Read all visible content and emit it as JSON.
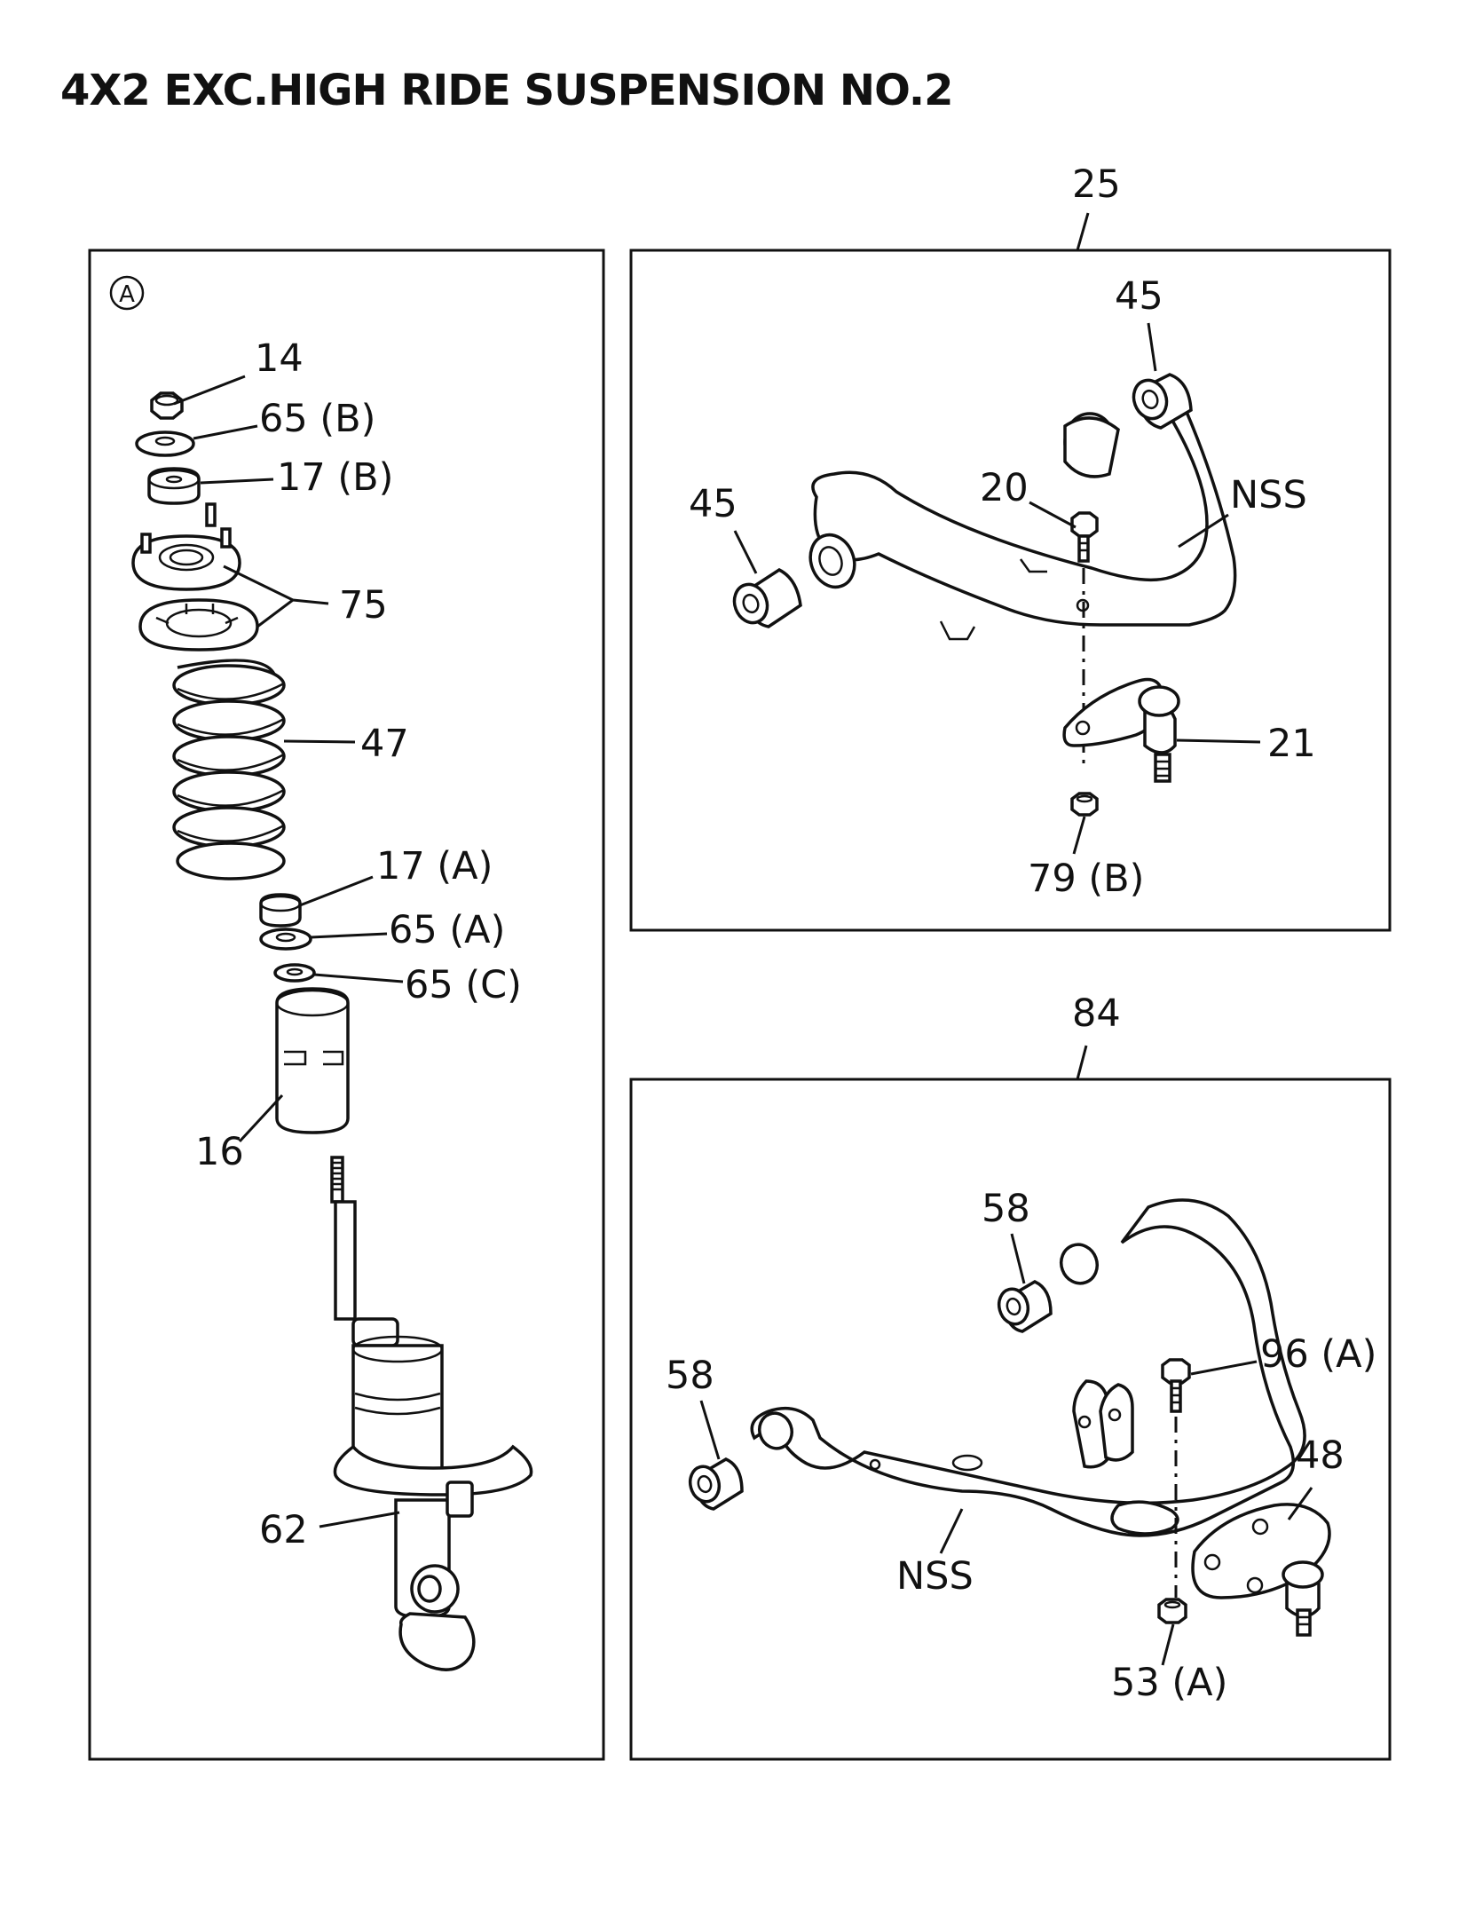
{
  "title": "4X2 EXC.HIGH RIDE SUSPENSION NO.2",
  "panels": {
    "left": {
      "marker": "A",
      "callouts": {
        "c14": "14",
        "c65b": "65 (B)",
        "c17b": "17 (B)",
        "c75": "75",
        "c47": "47",
        "c17a": "17 (A)",
        "c65a": "65 (A)",
        "c65c": "65 (C)",
        "c16": "16",
        "c62": "62"
      }
    },
    "upper_arm": {
      "assembly": "25",
      "callouts": {
        "c45l": "45",
        "c45r": "45",
        "c20": "20",
        "nss": "NSS",
        "c21": "21",
        "c79b": "79 (B)"
      }
    },
    "lower_arm": {
      "assembly": "84",
      "callouts": {
        "c58t": "58",
        "c58l": "58",
        "c96a": "96 (A)",
        "c48": "48",
        "nss": "NSS",
        "c53a": "53 (A)"
      }
    }
  }
}
